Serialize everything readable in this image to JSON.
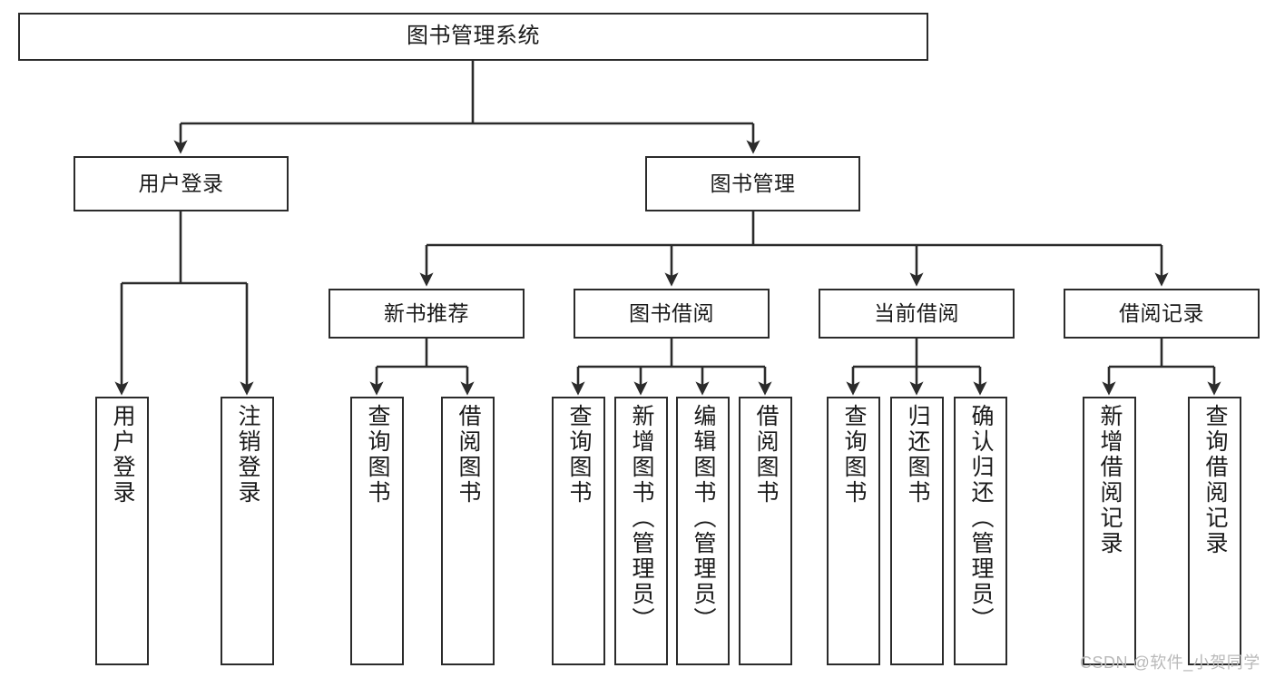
{
  "diagram": {
    "title": "图书管理系统",
    "type": "hierarchy-tree",
    "watermark": "CSDN @软件_小贺同学",
    "colors": {
      "box_border": "#2b2b2b",
      "box_fill": "#ffffff",
      "edge": "#2b2b2b",
      "text": "#1a1a1a",
      "watermark": "#b9b9b9"
    },
    "levels": [
      {
        "level": 1,
        "nodes": [
          {
            "id": "root",
            "label": "图书管理系统",
            "orientation": "horizontal"
          }
        ]
      },
      {
        "level": 2,
        "nodes": [
          {
            "id": "user-login",
            "label": "用户登录",
            "orientation": "horizontal",
            "parent": "root"
          },
          {
            "id": "book-manage",
            "label": "图书管理",
            "orientation": "horizontal",
            "parent": "root"
          }
        ]
      },
      {
        "level": 3,
        "nodes": [
          {
            "id": "new-book-rec",
            "label": "新书推荐",
            "orientation": "horizontal",
            "parent": "book-manage"
          },
          {
            "id": "book-borrow",
            "label": "图书借阅",
            "orientation": "horizontal",
            "parent": "book-manage"
          },
          {
            "id": "current-borrow",
            "label": "当前借阅",
            "orientation": "horizontal",
            "parent": "book-manage"
          },
          {
            "id": "borrow-record",
            "label": "借阅记录",
            "orientation": "horizontal",
            "parent": "book-manage"
          }
        ]
      },
      {
        "level": 4,
        "nodes": [
          {
            "id": "leaf-user-login",
            "label": "用户登录",
            "orientation": "vertical",
            "parent": "user-login"
          },
          {
            "id": "leaf-logout",
            "label": "注销登录",
            "orientation": "vertical",
            "parent": "user-login"
          },
          {
            "id": "leaf-query-book-1",
            "label": "查询图书",
            "orientation": "vertical",
            "parent": "new-book-rec"
          },
          {
            "id": "leaf-borrow-book-1",
            "label": "借阅图书",
            "orientation": "vertical",
            "parent": "new-book-rec"
          },
          {
            "id": "leaf-query-book-2",
            "label": "查询图书",
            "orientation": "vertical",
            "parent": "book-borrow"
          },
          {
            "id": "leaf-add-book",
            "label": "新增图书（管理员）",
            "orientation": "vertical",
            "parent": "book-borrow"
          },
          {
            "id": "leaf-edit-book",
            "label": "编辑图书（管理员）",
            "orientation": "vertical",
            "parent": "book-borrow"
          },
          {
            "id": "leaf-borrow-book-2",
            "label": "借阅图书",
            "orientation": "vertical",
            "parent": "book-borrow"
          },
          {
            "id": "leaf-query-book-3",
            "label": "查询图书",
            "orientation": "vertical",
            "parent": "current-borrow"
          },
          {
            "id": "leaf-return-book",
            "label": "归还图书",
            "orientation": "vertical",
            "parent": "current-borrow"
          },
          {
            "id": "leaf-confirm-return",
            "label": "确认归还（管理员）",
            "orientation": "vertical",
            "parent": "current-borrow"
          },
          {
            "id": "leaf-add-record",
            "label": "新增借阅记录",
            "orientation": "vertical",
            "parent": "borrow-record"
          },
          {
            "id": "leaf-query-record",
            "label": "查询借阅记录",
            "orientation": "vertical",
            "parent": "borrow-record"
          }
        ]
      }
    ]
  }
}
